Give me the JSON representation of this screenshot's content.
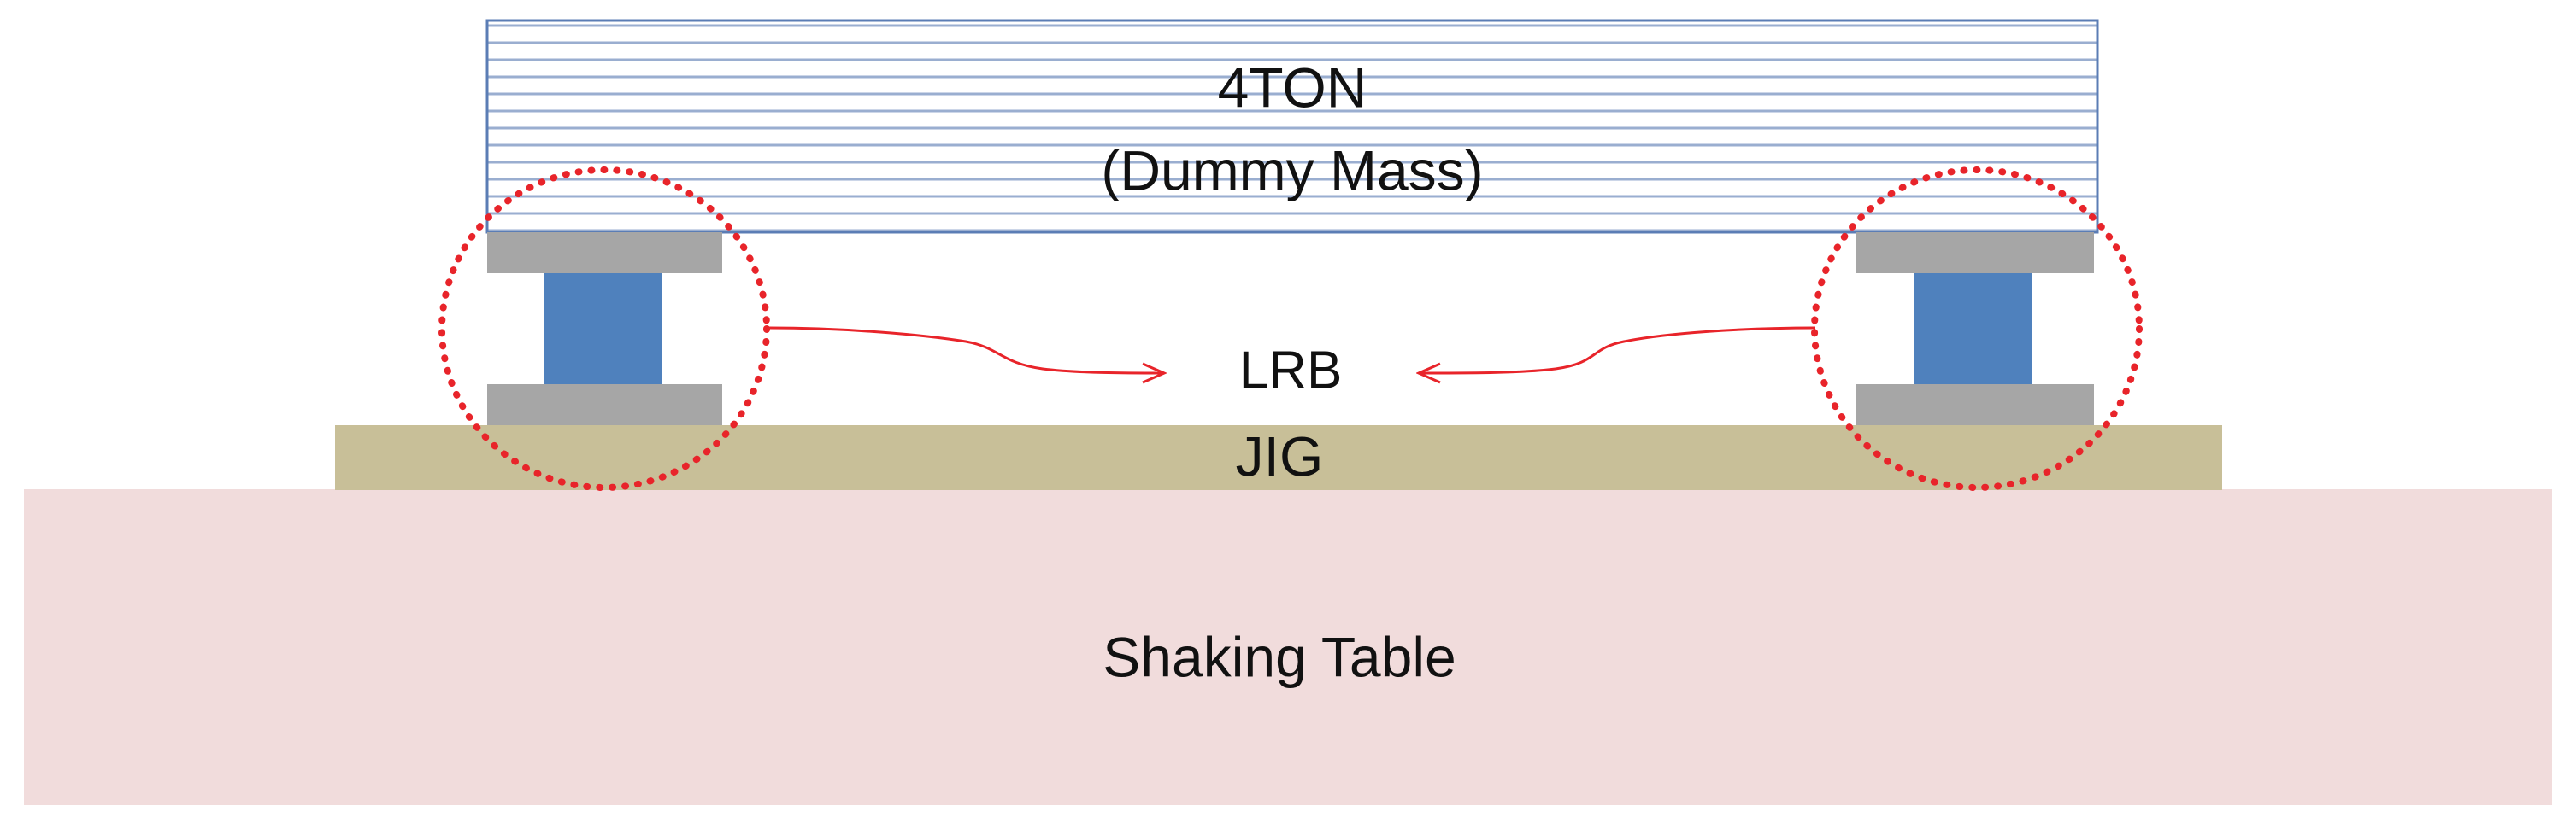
{
  "mass": {
    "title": "4TON",
    "subtitle": "(Dummy Mass)",
    "color": "#ffffff",
    "stripe_color": "#9aaed0",
    "border_color": "#5b7db5"
  },
  "bearing_label": "LRB",
  "jig": {
    "label": "JIG",
    "color": "#c8bf98"
  },
  "table": {
    "label": "Shaking Table",
    "color": "#f1dcdc"
  },
  "colors": {
    "bearing_core": "#4f81bd",
    "bearing_plate": "#a6a6a6",
    "highlight": "#e8242a"
  }
}
